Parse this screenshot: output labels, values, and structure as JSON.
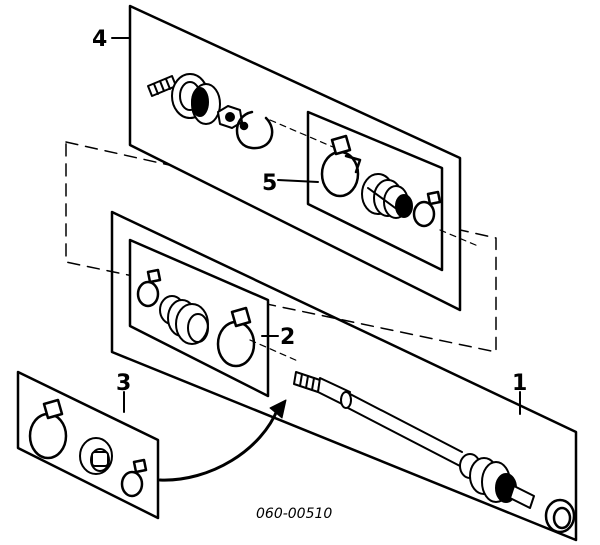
{
  "diagram": {
    "callouts": [
      {
        "id": "1",
        "label": "1"
      },
      {
        "id": "2",
        "label": "2"
      },
      {
        "id": "3",
        "label": "3"
      },
      {
        "id": "4",
        "label": "4"
      },
      {
        "id": "5",
        "label": "5"
      }
    ],
    "part_number": "060-00510"
  }
}
